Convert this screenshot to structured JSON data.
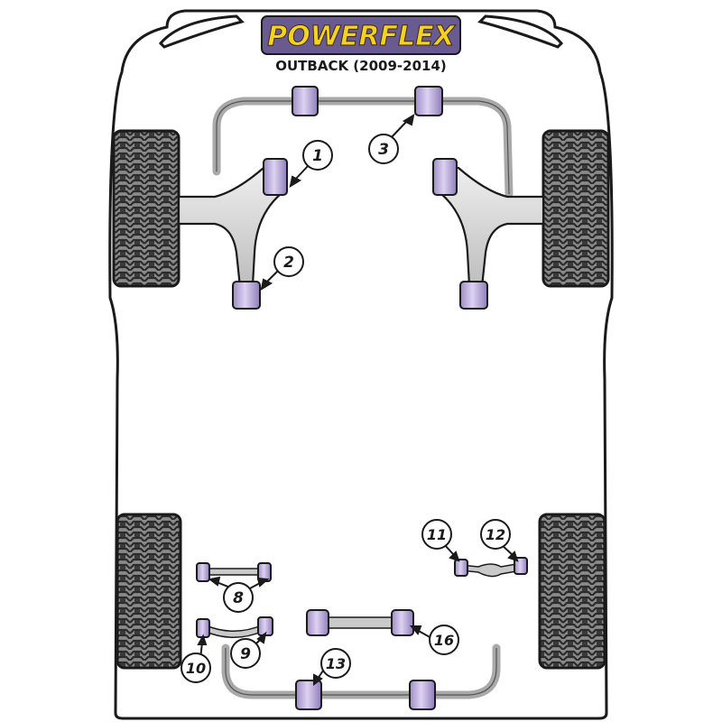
{
  "brand": {
    "logo_text": "POWERFLEX",
    "subtitle": "OUTBACK (2009-2014)"
  },
  "colors": {
    "outline": "#1a1a1a",
    "logo_background": "#6a5a92",
    "logo_text": "#f4d21f",
    "bushing": "#c8b8e4",
    "bushing_dark": "#8f7fb5",
    "arm": "#d9d9d9",
    "tyre": "#3a3a3a"
  },
  "callouts": [
    {
      "label": "1"
    },
    {
      "label": "2"
    },
    {
      "label": "3"
    },
    {
      "label": "8"
    },
    {
      "label": "9"
    },
    {
      "label": "10"
    },
    {
      "label": "11"
    },
    {
      "label": "12"
    },
    {
      "label": "13"
    },
    {
      "label": "16"
    }
  ]
}
